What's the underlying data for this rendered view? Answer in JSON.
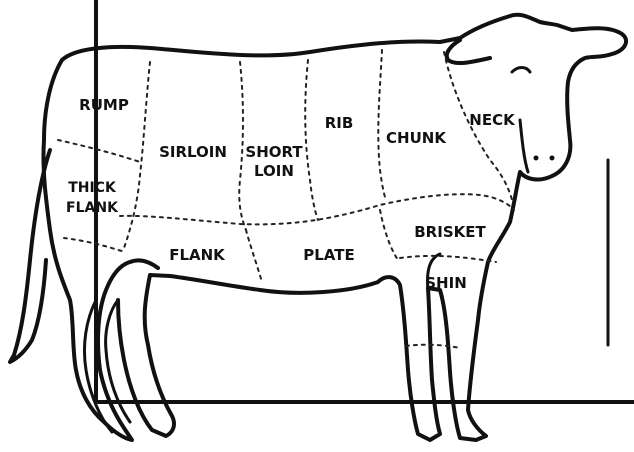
{
  "diagram": {
    "cuts": [
      {
        "id": "rump",
        "label": "RUMP"
      },
      {
        "id": "thick-flank",
        "lines": [
          "THICK",
          "FLANK"
        ]
      },
      {
        "id": "sirloin",
        "label": "SIRLOIN"
      },
      {
        "id": "short-loin",
        "lines": [
          "SHORT",
          "LOIN"
        ]
      },
      {
        "id": "rib",
        "label": "RIB"
      },
      {
        "id": "chunk",
        "label": "CHUNK"
      },
      {
        "id": "neck",
        "label": "NECK"
      },
      {
        "id": "flank",
        "label": "FLANK"
      },
      {
        "id": "plate",
        "label": "PLATE"
      },
      {
        "id": "brisket",
        "label": "BRISKET"
      },
      {
        "id": "shin",
        "label": "SHIN"
      }
    ]
  }
}
